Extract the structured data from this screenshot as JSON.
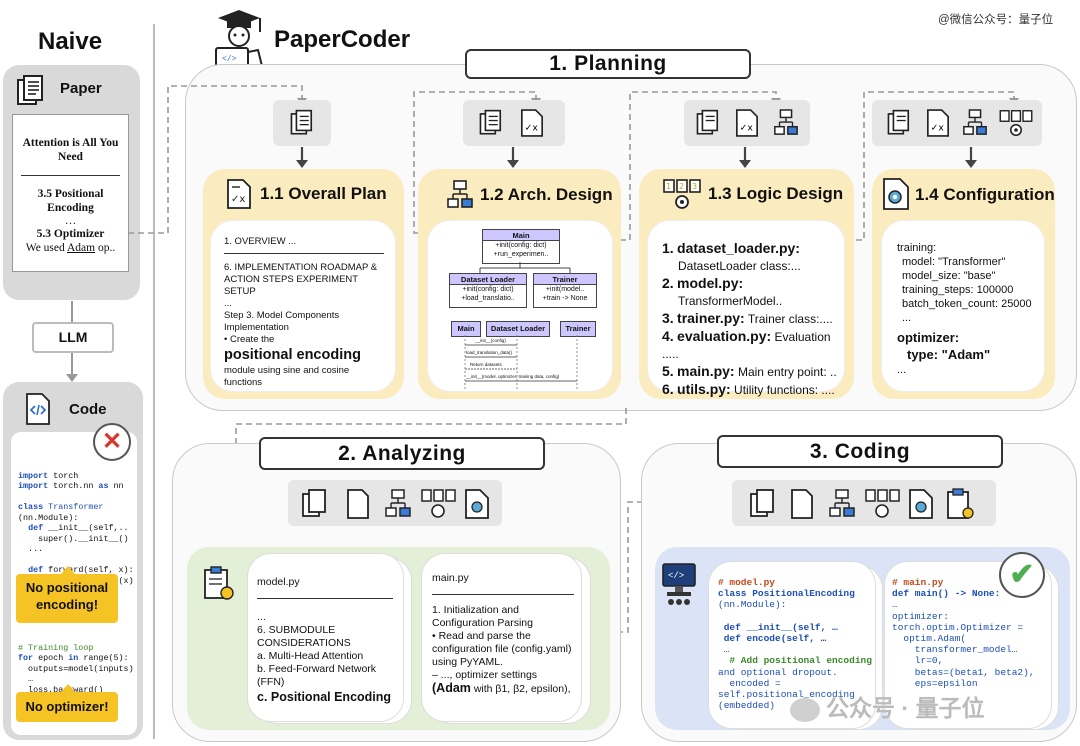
{
  "header": {
    "naive_title": "Naive",
    "app_title": "PaperCoder",
    "watermark_top": "@微信公众号：量子位",
    "watermark_bottom": "公众号 · 量子位"
  },
  "naive": {
    "paper_label": "Paper",
    "paper_title": "Attention is All You Need",
    "paper_section": "3.5 Positional Encoding",
    "paper_dots": "…",
    "paper_opt": "5.3 Optimizer",
    "paper_opt_prefix": "We used ",
    "paper_opt_adam": "Adam",
    "paper_opt_suffix": " op..",
    "llm_label": "LLM",
    "code_label": "Code",
    "code_lines_1": [
      "import torch",
      "import torch.nn as nn",
      "",
      "class Transformer",
      "(nn.Module):",
      "  def __init__(self,..",
      "    super().__init__()",
      "  ...",
      "",
      "  def forward(self, x):",
      "    x=self.embedding(x)"
    ],
    "warn1": "No positional encoding!",
    "code_lines_2": [
      "# Training loop",
      "for epoch in range(5):",
      "  outputs=model(inputs)",
      "  …",
      "  loss.backward()"
    ],
    "warn2": "No optimizer!"
  },
  "planning": {
    "title": "1. Planning",
    "s1": {
      "title": "1.1 Overall Plan",
      "line1": "1. OVERVIEW ...",
      "line2": "6. IMPLEMENTATION ROADMAP & ACTION STEPS EXPERIMENT SETUP",
      "line3": "...",
      "line4": "Step 3. Model Components Implementation",
      "line5": "• Create the",
      "line6": "positional encoding",
      "line7": "module using sine and cosine functions"
    },
    "s2": {
      "title": "1.2 Arch. Design",
      "main": "Main",
      "main_body": "+init(config: dict)\n+run_experimen..",
      "loader": "Dataset Loader",
      "loader_body": "+init(config: dict)\n+load_translatio..",
      "trainer": "Trainer",
      "trainer_body": "+init(model..\n+train -> None",
      "seq_main": "Main",
      "seq_loader": "Dataset Loader",
      "seq_trainer": "Trainer",
      "seq_m1": "__init__(config)",
      "seq_m2": "load_translation_data()",
      "seq_m3": "Return datasets",
      "seq_m4": "__init__(model, optimizer, training data, config)"
    },
    "s3": {
      "title": "1.3 Logic Design",
      "items": [
        {
          "n": "1.",
          "file": "dataset_loader.py:",
          "desc": "DatasetLoader class:..."
        },
        {
          "n": "2.",
          "file": "model.py:",
          "desc": "TransformerModel.."
        },
        {
          "n": "3.",
          "file": "trainer.py:",
          "desc": "Trainer class:...."
        },
        {
          "n": "4.",
          "file": "evaluation.py:",
          "desc": "Evaluation ....."
        },
        {
          "n": "5.",
          "file": "main.py:",
          "desc": "Main entry point: .."
        },
        {
          "n": "6.",
          "file": "utils.py:",
          "desc": "Utility functions: ...."
        }
      ]
    },
    "s4": {
      "title": "1.4 Configuration",
      "l1": "training:",
      "l2": "model: \"Transformer\"",
      "l3": "model_size: \"base\"",
      "l4": "training_steps: 100000",
      "l5": "batch_token_count: 25000",
      "l6": "...",
      "l7": "optimizer:",
      "l8": "type: \"Adam\"",
      "l9": "..."
    }
  },
  "analyzing": {
    "title": "2. Analyzing",
    "c1_file": "model.py",
    "c1_l1": "...",
    "c1_l2": "6. SUBMODULE CONSIDERATIONS",
    "c1_l3": "a.   Multi-Head Attention",
    "c1_l4": "b.   Feed-Forward Network (FFN)",
    "c1_l5": "c.   Positional Encoding",
    "c2_file": "main.py",
    "c2_l1": "1. Initialization and Configuration Parsing",
    "c2_l2": "• Read and parse the configuration file (config.yaml) using PyYAML.",
    "c2_l3": "  – ..., optimizer settings",
    "c2_l4_bold": "(Adam",
    "c2_l4_rest": " with β1, β2, epsilon),"
  },
  "coding": {
    "title": "3. Coding",
    "c1": [
      "# model.py",
      "class PositionalEncoding",
      "(nn.Module):",
      "",
      " def __init__(self, …",
      " def encode(self, …",
      " …",
      "  # Add positional encoding",
      "and optional dropout.",
      "  encoded =",
      "self.positional_encoding",
      "(embedded)"
    ],
    "c2": [
      "# main.py",
      "def main() -> None:",
      "…",
      "optimizer:",
      "torch.optim.Optimizer =",
      "  optim.Adam(",
      "    transformer_model…",
      "    lr=0,",
      "    betas=(beta1, beta2),",
      "    eps=epsilon"
    ]
  },
  "colors": {
    "yellow": "#fbecc0",
    "green": "#e3efd6",
    "blue": "#dbe4f6",
    "warn": "#f6c324",
    "red": "#d9362b",
    "check": "#4caf50",
    "uml": "#cdc6ff"
  }
}
